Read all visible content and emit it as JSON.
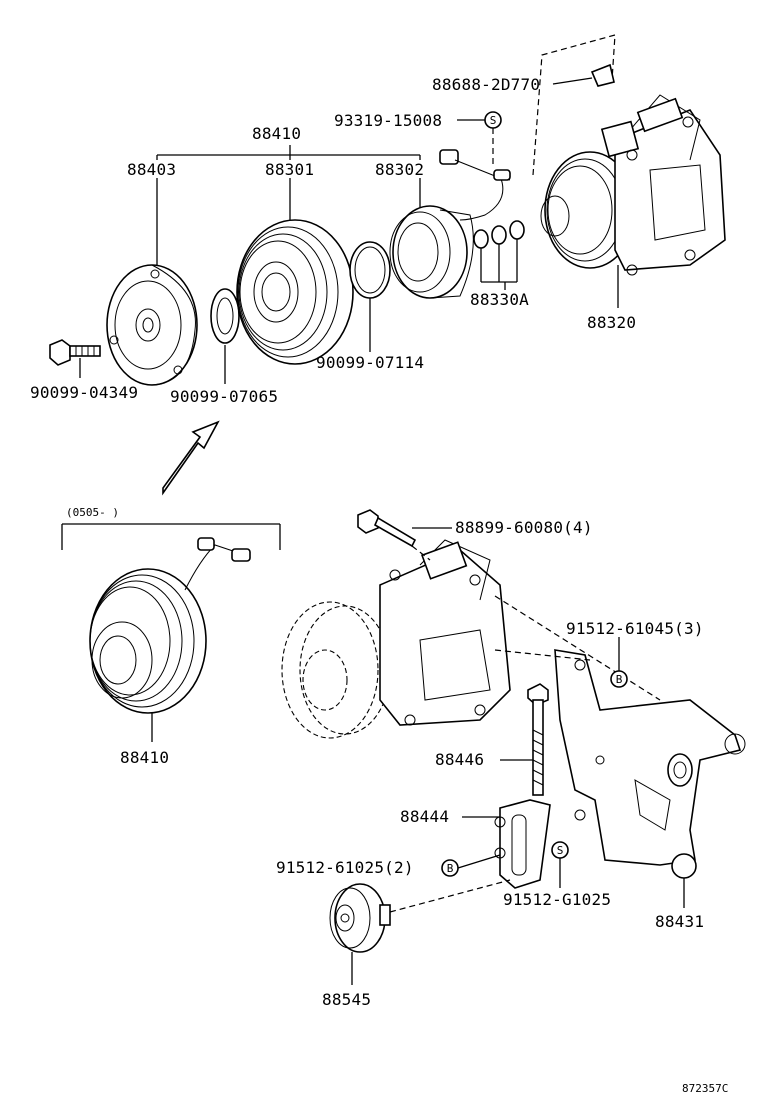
{
  "diagram": {
    "code": "872357C",
    "date_note": "(0505-    )",
    "parts": {
      "p88688": "88688-2D770",
      "p93319": "93319-15008",
      "p88410_top": "88410",
      "p88403": "88403",
      "p88301": "88301",
      "p88302": "88302",
      "p88330A": "88330A",
      "p88320": "88320",
      "p90099_07114": "90099-07114",
      "p90099_04349": "90099-04349",
      "p90099_07065": "90099-07065",
      "p88410_bottom": "88410",
      "p88899": "88899-60080(4)",
      "p91512_61045": "91512-61045(3)",
      "p88446": "88446",
      "p88444": "88444",
      "p91512_61025": "91512-61025(2)",
      "p91512_G1025": "91512-G1025",
      "p88431": "88431",
      "p88545": "88545"
    },
    "symbols": {
      "s": "S",
      "b": "B"
    }
  }
}
